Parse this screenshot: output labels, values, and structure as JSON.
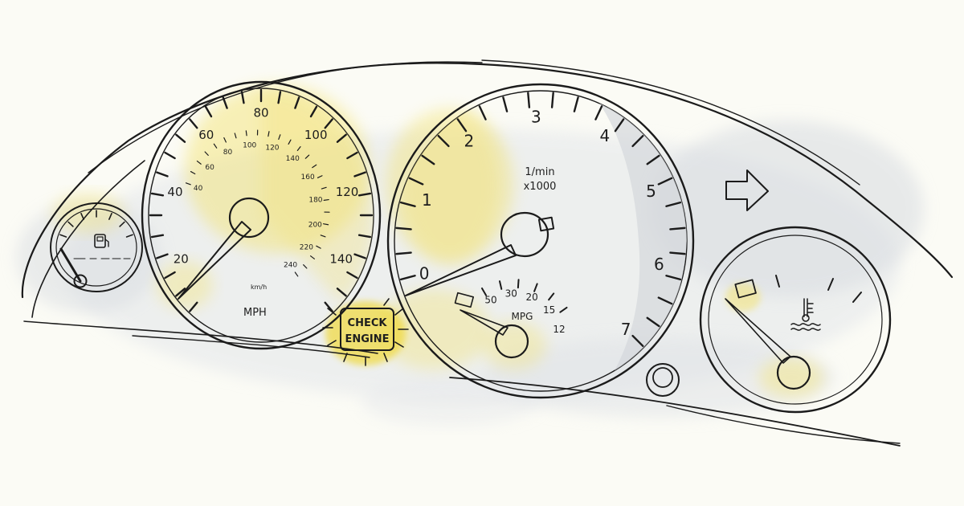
{
  "colors": {
    "background": "#fbfbf5",
    "ink": "#1b1b1b",
    "highlight": "#f2df55",
    "gauge_face": "#eceef0",
    "wash": "#d9dde2"
  },
  "fuel_gauge": {
    "icon": "fuel-pump-icon"
  },
  "speedometer": {
    "mph_labels": [
      "20",
      "40",
      "60",
      "80",
      "100",
      "120",
      "140"
    ],
    "kmh_labels": [
      "40",
      "60",
      "80",
      "100",
      "120",
      "140",
      "160",
      "180",
      "200",
      "220",
      "240"
    ],
    "kmh_unit": "km/h",
    "mph_unit": "MPH"
  },
  "check_engine": {
    "line1": "CHECK",
    "line2": "ENGINE"
  },
  "tachometer": {
    "labels": [
      "0",
      "1",
      "2",
      "3",
      "4",
      "5",
      "6",
      "7"
    ],
    "unit_line1": "1/min",
    "unit_line2": "x1000"
  },
  "mpg_gauge": {
    "labels": [
      "50",
      "30",
      "20",
      "15",
      "12"
    ],
    "unit": "MPG"
  },
  "turn_signal": {
    "icon": "right-arrow-icon"
  },
  "temperature_gauge": {
    "icon": "coolant-temperature-icon"
  },
  "reset_knob": {
    "icon": "trip-reset-knob"
  }
}
